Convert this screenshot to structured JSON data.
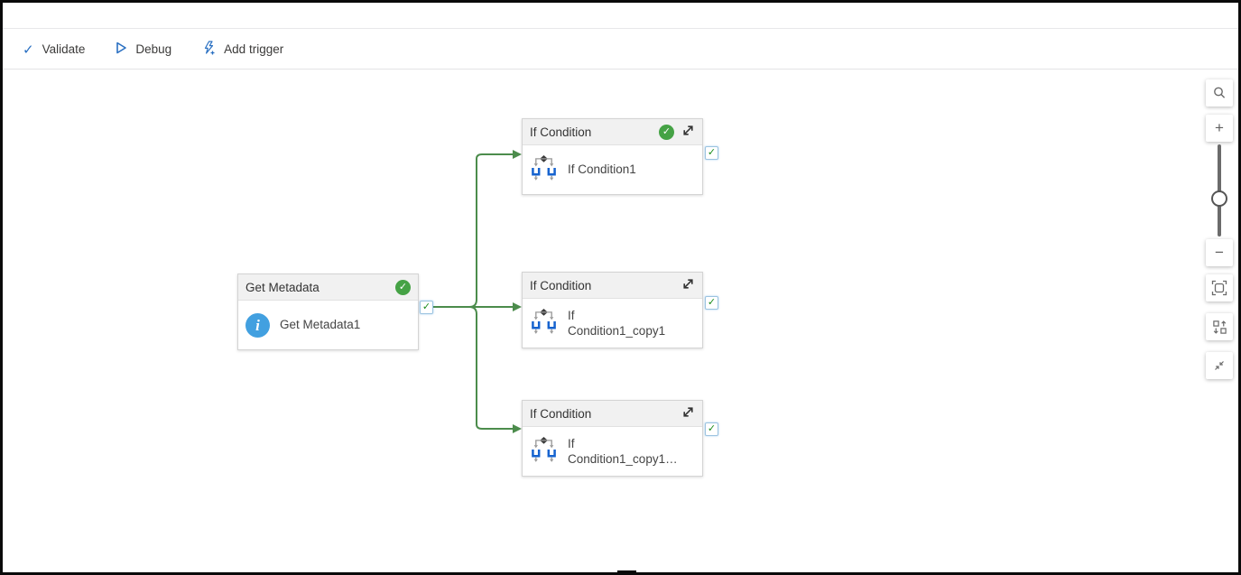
{
  "toolbar": {
    "validate_label": "Validate",
    "debug_label": "Debug",
    "add_trigger_label": "Add trigger"
  },
  "glyphs": {
    "check": "✓",
    "plus": "+",
    "minus": "−",
    "info": "i"
  },
  "nodes": [
    {
      "type_label": "Get Metadata",
      "name_line1": "Get Metadata1",
      "name_line2": "",
      "status": "succeeded"
    },
    {
      "type_label": "If Condition",
      "name_line1": "If Condition1",
      "name_line2": "",
      "status": "succeeded"
    },
    {
      "type_label": "If Condition",
      "name_line1": "If",
      "name_line2": "Condition1_copy1",
      "status": ""
    },
    {
      "type_label": "If Condition",
      "name_line1": "If",
      "name_line2": "Condition1_copy1…",
      "status": ""
    }
  ],
  "zoom_panel": {
    "icons": [
      "search",
      "zoom-in",
      "zoom-slider",
      "zoom-out",
      "fit-to-screen",
      "auto-align",
      "collapse"
    ]
  },
  "colors": {
    "accent_blue": "#2a70c2",
    "connector_green": "#4c8c4c",
    "status_green": "#45a245",
    "info_blue": "#42a0e0",
    "if_icon_blue": "#1663cf",
    "port_check_green": "#1b8c1b"
  }
}
